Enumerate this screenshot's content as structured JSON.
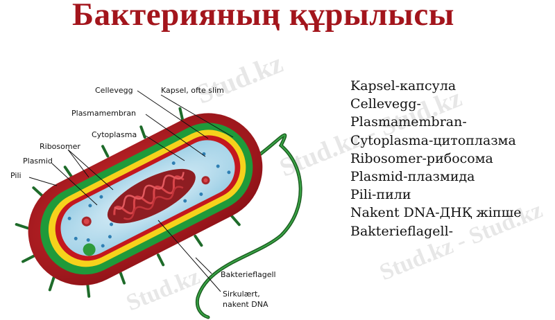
{
  "title": "Бактерияның құрылысы",
  "diagram_labels": {
    "cellevegg": "Cellevegg",
    "kapsel": "Kapsel, ofte slim",
    "plasmamembran": "Plasmamembran",
    "cytoplasma": "Cytoplasma",
    "ribosomer": "Ribosomer",
    "plasmid": "Plasmid",
    "pili": "Pili",
    "bakterieflagell": "Bakterieflagell",
    "dna_line1": "Sirkulært,",
    "dna_line2": "nakent DNA"
  },
  "legend": [
    "Kapsel-капсула",
    "Cellevegg-",
    "Plasmamembran-",
    "Cytoplasma-цитоплазма",
    "Ribosomer-рибосома",
    "Plasmid-плазмида",
    "Pili-пили",
    "Nakent DNA-ДНҚ жіпше",
    "Bakterieflagell-"
  ],
  "watermark": "Stud.kz",
  "watermark_extended": "Stud.kz - Stud.kz",
  "colors": {
    "title": "#a3151c",
    "capsule": "#b5191f",
    "cell_wall": "#1f9a3a",
    "membrane": "#f6d21c",
    "cytoplasm": "#bfe3f1",
    "dna": "#a8262a"
  }
}
